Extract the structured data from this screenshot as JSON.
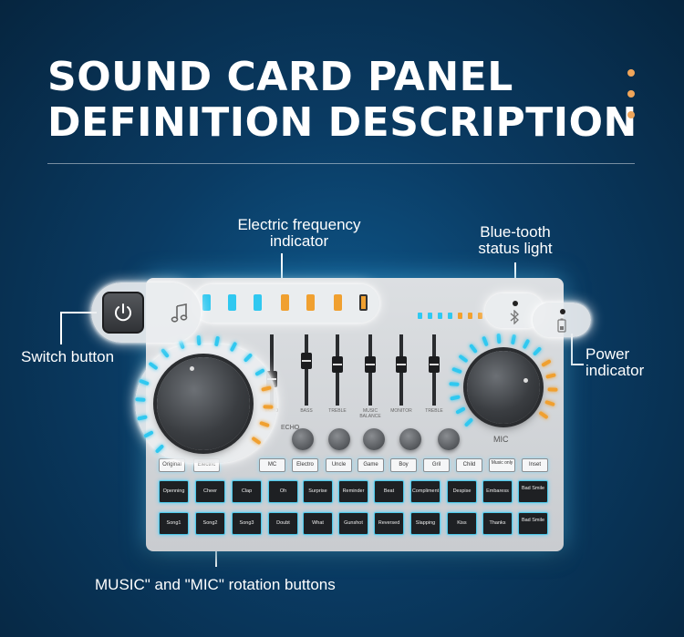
{
  "title": {
    "line1": "SOUND CARD PANEL",
    "line2": "DEFINITION DESCRIPTION"
  },
  "colors": {
    "accent_dots": "#f0a55a",
    "led_blue": "#30c8f0",
    "led_orange": "#f0a030"
  },
  "callouts": {
    "frequency_line1": "Electric frequency",
    "frequency_line2": "indicator",
    "bluetooth_line1": "Blue-tooth",
    "bluetooth_line2": "status light",
    "switch": "Switch button",
    "power_line1": "Power",
    "power_line2": "indicator",
    "rotation": "MUSIC\" and \"MIC\" rotation buttons"
  },
  "panel": {
    "mic_label": "MIC",
    "echo_label": "ECHO",
    "fader_labels": [
      "ECHO",
      "BASS",
      "TREBLE",
      "MUSIC BALANCE",
      "MONITOR",
      "TREBLE"
    ],
    "mode_buttons": [
      "Original",
      "Electric",
      "MC",
      "Electro",
      "Uncle",
      "Game",
      "Boy",
      "Gril",
      "Child",
      "Music only",
      "Inset"
    ],
    "pads_row1": [
      "Openning",
      "Cheer",
      "Clap",
      "Oh",
      "Surprise",
      "Reminder",
      "Beat",
      "Compliment",
      "Despise",
      "Embaress",
      "Bad Smile"
    ],
    "pads_row2": [
      "Song1",
      "Song2",
      "Song3",
      "Doubt",
      "What",
      "Gunshot",
      "Reversed",
      "Slapping",
      "Kiss",
      "Thanks",
      "Bad Smile"
    ]
  },
  "icons": {
    "power": "power-icon",
    "music": "music-note-icon",
    "bluetooth": "bluetooth-icon",
    "battery": "battery-icon"
  }
}
